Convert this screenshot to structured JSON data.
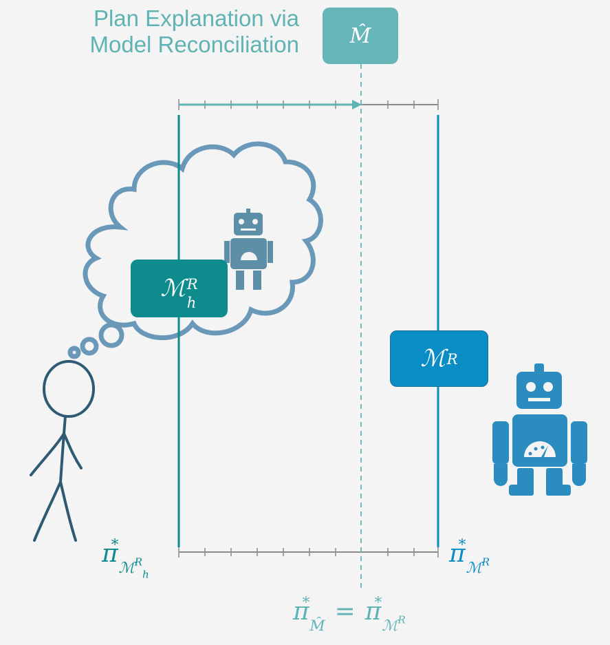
{
  "title": {
    "line1": "Plan Explanation via",
    "line2": "Model Reconciliation"
  },
  "boxes": {
    "m_hat": "M̂",
    "human_model": {
      "base": "ℳ",
      "sup": "R",
      "sub": "h"
    },
    "robot_model": {
      "base": "ℳ",
      "sup": "R"
    }
  },
  "plan_labels": {
    "left": {
      "pi": "π",
      "star": "*",
      "sub": "ℳ",
      "subsup": "R",
      "subsub": "h"
    },
    "right": {
      "pi": "π",
      "star": "*",
      "sub": "ℳ",
      "subsup": "R"
    },
    "bottom": {
      "pi": "π",
      "star": "*",
      "sub": "M̂",
      "eq": "=",
      "pi2": "π",
      "star2": "*",
      "sub2": "ℳ",
      "subsup2": "R"
    }
  },
  "colors": {
    "background": "#f4f4f4",
    "title": "#5fb3b3",
    "human_model": "#0e8b8d",
    "robot_model": "#0a8cc4",
    "m_hat": "#66b5b8",
    "cloud": "#6a98b8",
    "robot": "#2b8cc0",
    "ruler": "#8a8a8a",
    "stick_figure": "#2f5a73"
  },
  "icons": [
    "stick-figure-icon",
    "thought-cloud-icon",
    "small-robot-icon",
    "large-robot-icon"
  ]
}
